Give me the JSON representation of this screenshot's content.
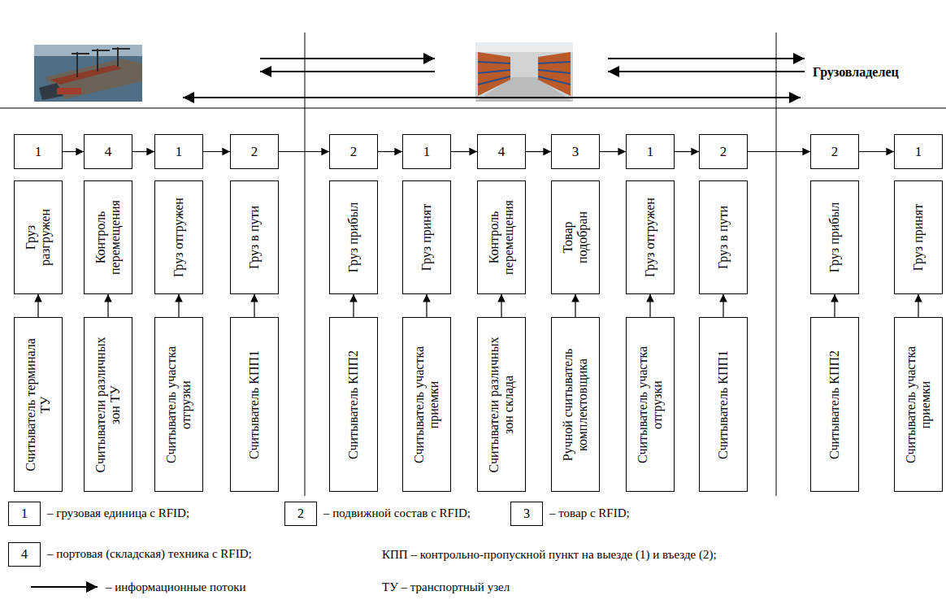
{
  "diagram": {
    "nodes": [
      {
        "text": [
          "1"
        ]
      },
      {
        "text": [
          "4"
        ]
      },
      {
        "text": [
          "1"
        ]
      },
      {
        "text": [
          "2"
        ]
      },
      {
        "text": [
          "2"
        ]
      },
      {
        "text": [
          "1"
        ]
      },
      {
        "text": [
          "4"
        ]
      },
      {
        "text": [
          "3"
        ]
      },
      {
        "text": [
          "1"
        ]
      },
      {
        "text": [
          "2"
        ]
      },
      {
        "text": [
          "2"
        ]
      },
      {
        "text": [
          "1"
        ]
      },
      {
        "text": [
          "Груз разгружен"
        ]
      },
      {
        "text": [
          "Контроль перемещения"
        ]
      },
      {
        "text": [
          "Груз отгружен"
        ]
      },
      {
        "text": [
          "Груз в пути"
        ]
      },
      {
        "text": [
          "Груз прибыл"
        ]
      },
      {
        "text": [
          "Груз принят"
        ]
      },
      {
        "text": [
          "Контроль перемещения"
        ]
      },
      {
        "text": [
          "Товар подобран"
        ]
      },
      {
        "text": [
          "Груз отгружен"
        ]
      },
      {
        "text": [
          "Груз в пути"
        ]
      },
      {
        "text": [
          "Груз прибыл"
        ]
      },
      {
        "text": [
          "Груз принят"
        ]
      },
      {
        "text": [
          "Считыватель терминала ТУ"
        ]
      },
      {
        "text": [
          "Считыватели различных зон ТУ"
        ]
      },
      {
        "text": [
          "Считыватель участка отгрузки"
        ]
      },
      {
        "text": [
          "Считыватель КПП1"
        ]
      },
      {
        "text": [
          "Считыватель КПП2"
        ]
      },
      {
        "text": [
          "Считыватель участка приемки"
        ]
      },
      {
        "text": [
          "Считыватели различных зон склада"
        ]
      },
      {
        "text": [
          "Ручной считыватель комплектовщика"
        ]
      },
      {
        "text": [
          "Считыватель участка отгрузки"
        ]
      },
      {
        "text": [
          "Считыватель КПП1"
        ]
      },
      {
        "text": [
          "Считыватель КПП2"
        ]
      },
      {
        "text": [
          "Считыватель участка приемки"
        ]
      }
    ],
    "edges": [
      {
        "from": 0,
        "to": 1,
        "arrow": "to"
      },
      {
        "from": 1,
        "to": 2,
        "arrow": "to"
      },
      {
        "from": 2,
        "to": 3,
        "arrow": "to"
      },
      {
        "from": 3,
        "to": 4,
        "arrow": "to"
      },
      {
        "from": 4,
        "to": 5,
        "arrow": "to"
      },
      {
        "from": 5,
        "to": 6,
        "arrow": "to"
      },
      {
        "from": 6,
        "to": 7,
        "arrow": "to"
      },
      {
        "from": 7,
        "to": 8,
        "arrow": "to"
      },
      {
        "from": 8,
        "to": 9,
        "arrow": "to"
      },
      {
        "from": 9,
        "to": 10,
        "arrow": "to"
      },
      {
        "from": 10,
        "to": 11,
        "arrow": "to"
      },
      {
        "from": 24,
        "to": 12,
        "arrow": "to"
      },
      {
        "from": 25,
        "to": 13,
        "arrow": "to"
      },
      {
        "from": 26,
        "to": 14,
        "arrow": "to"
      },
      {
        "from": 27,
        "to": 15,
        "arrow": "to"
      },
      {
        "from": 28,
        "to": 16,
        "arrow": "to"
      },
      {
        "from": 29,
        "to": 17,
        "arrow": "to"
      },
      {
        "from": 30,
        "to": 18,
        "arrow": "to"
      },
      {
        "from": 31,
        "to": 19,
        "arrow": "to"
      },
      {
        "from": 32,
        "to": 20,
        "arrow": "to"
      },
      {
        "from": 33,
        "to": 21,
        "arrow": "to"
      },
      {
        "from": 34,
        "to": 22,
        "arrow": "to"
      },
      {
        "from": 35,
        "to": 23,
        "arrow": "to"
      }
    ],
    "labels": [
      "Грузовладелец",
      "1",
      "2",
      "3",
      "4",
      "КПП – контрольно-пропускной пункт на выезде (1) и въезде (2);",
      "ТУ – транспортный узел"
    ],
    "legend": [
      {
        "text": "– грузовая единица с RFID;"
      },
      {
        "text": "– подвижной состав с RFID;"
      },
      {
        "text": "– товар с RFID;"
      },
      {
        "text": "– портовая (складская) техника с RFID;"
      },
      {
        "text": "– информационные потоки"
      }
    ]
  }
}
